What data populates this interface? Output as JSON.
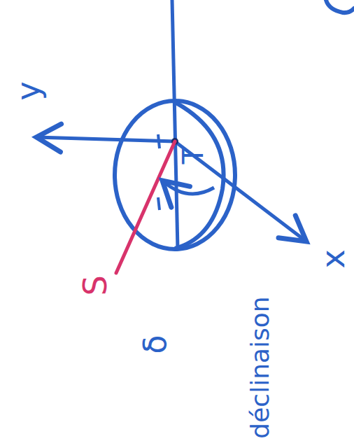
{
  "diagram": {
    "labels": [
      "y",
      "T",
      "x",
      "S",
      "δ",
      "déclinaison"
    ]
  }
}
